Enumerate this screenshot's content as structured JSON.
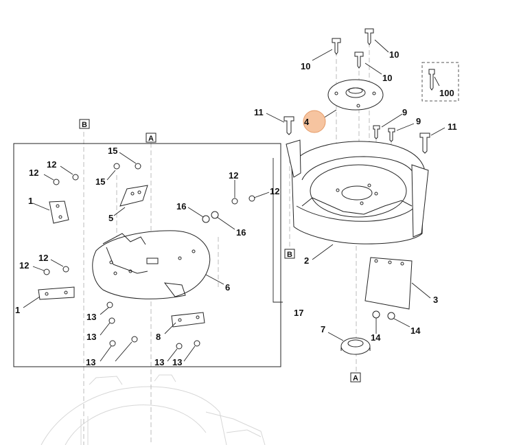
{
  "refs": {
    "a_top": "A",
    "a_bottom": "A",
    "b_top": "B",
    "b_side": "B"
  },
  "highlight_color": "#f6c4a0",
  "callouts": {
    "c1a": "1",
    "c1b": "1",
    "c2": "2",
    "c3": "3",
    "c4": "4",
    "c5": "5",
    "c6": "6",
    "c7": "7",
    "c8": "8",
    "c9a": "9",
    "c9b": "9",
    "c10a": "10",
    "c10b": "10",
    "c10c": "10",
    "c11a": "11",
    "c11b": "11",
    "c12a": "12",
    "c12b": "12",
    "c12c": "12",
    "c12d": "12",
    "c12e": "12",
    "c12f": "12",
    "c13a": "13",
    "c13b": "13",
    "c13c": "13",
    "c13d": "13",
    "c13e": "13",
    "c14a": "14",
    "c14b": "14",
    "c15a": "15",
    "c15b": "15",
    "c16a": "16",
    "c16b": "16",
    "c17": "17",
    "c100": "100"
  }
}
